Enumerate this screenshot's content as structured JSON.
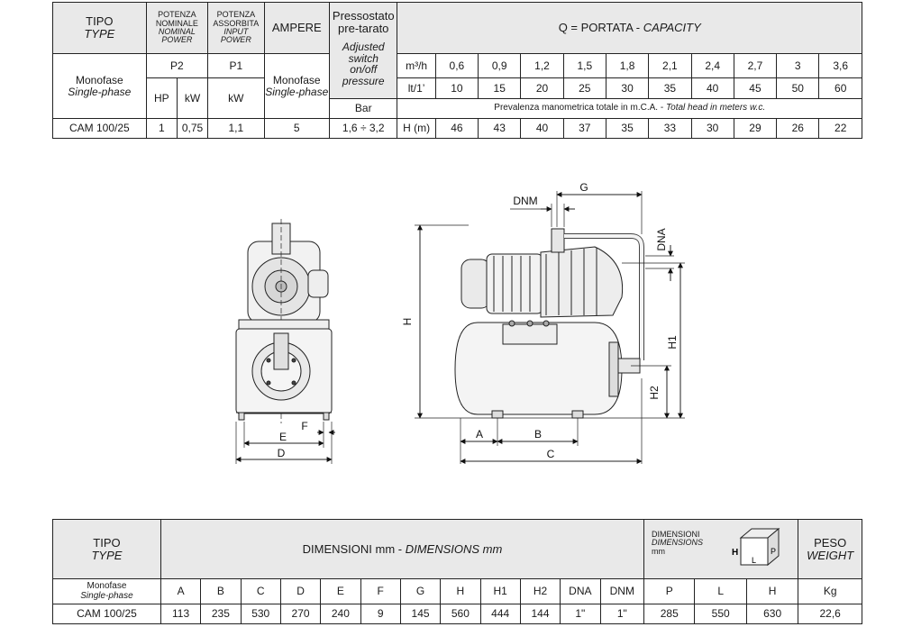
{
  "table1": {
    "tipo": "TIPO",
    "type": "TYPE",
    "potenza_nominale": [
      "POTENZA",
      "NOMINALE"
    ],
    "nominal_power": [
      "NOMINAL",
      "POWER"
    ],
    "potenza_assorbita": [
      "POTENZA",
      "ASSORBITA"
    ],
    "input_power": [
      "INPUT",
      "POWER"
    ],
    "ampere": "AMPERE",
    "pressostato": [
      "Pressostato",
      "pre-tarato"
    ],
    "adjusted": [
      "Adjusted",
      "switch",
      "on/off",
      "pressure"
    ],
    "portata_label": "Q = PORTATA - ",
    "capacity_label": "CAPACITY",
    "monofase": "Monofase",
    "single_phase": "Single-phase",
    "p2": "P2",
    "p1": "P1",
    "hp": "HP",
    "kw": "kW",
    "kw2": "kW",
    "monofase2": "Monofase",
    "single_phase2": "Single-phase",
    "bar": "Bar",
    "unit_m3h": "m³/h",
    "unit_lt": "lt/1’",
    "unit_h": "H (m)",
    "m3h_values": [
      "0,6",
      "0,9",
      "1,2",
      "1,5",
      "1,8",
      "2,1",
      "2,4",
      "2,7",
      "3",
      "3,6"
    ],
    "lt_values": [
      "10",
      "15",
      "20",
      "25",
      "30",
      "35",
      "40",
      "45",
      "50",
      "60"
    ],
    "prevalenza": "Prevalenza manometrica totale in m.C.A. - ",
    "total_head": "Total head in meters w.c.",
    "row": {
      "model": "CAM 100/25",
      "hp": "1",
      "kw": "0,75",
      "p1": "1,1",
      "ampere": "5",
      "pressure": "1,6 ÷ 3,2",
      "head_values": [
        "46",
        "43",
        "40",
        "37",
        "35",
        "33",
        "30",
        "29",
        "26",
        "22"
      ]
    }
  },
  "drawing": {
    "labels": {
      "dnm": "DNM",
      "g": "G",
      "dna": "DNA",
      "h": "H",
      "h1": "H1",
      "h2": "H2",
      "a": "A",
      "b": "B",
      "c": "C",
      "d": "D",
      "e": "E",
      "f": "F"
    }
  },
  "table2": {
    "tipo": "TIPO",
    "type": "TYPE",
    "dimensioni_label": "DIMENSIONI mm - ",
    "dimensions_label": "DIMENSIONS mm",
    "dimensioni_small": "DIMENSIONI",
    "dimensions_small": "DIMENSIONS",
    "mm": "mm",
    "peso": "PESO",
    "weight": "WEIGHT",
    "monofase": "Monofase",
    "single_phase": "Single-phase",
    "box_labels": {
      "h": "H",
      "l": "L",
      "p": "P"
    },
    "columns": [
      "A",
      "B",
      "C",
      "D",
      "E",
      "F",
      "G",
      "H",
      "H1",
      "H2",
      "DNA",
      "DNM",
      "P",
      "L",
      "H",
      "Kg"
    ],
    "row": {
      "model": "CAM 100/25",
      "values": [
        "113",
        "235",
        "530",
        "270",
        "240",
        "9",
        "145",
        "560",
        "444",
        "144",
        "1\"",
        "1\"",
        "285",
        "550",
        "630",
        "22,6"
      ]
    }
  }
}
